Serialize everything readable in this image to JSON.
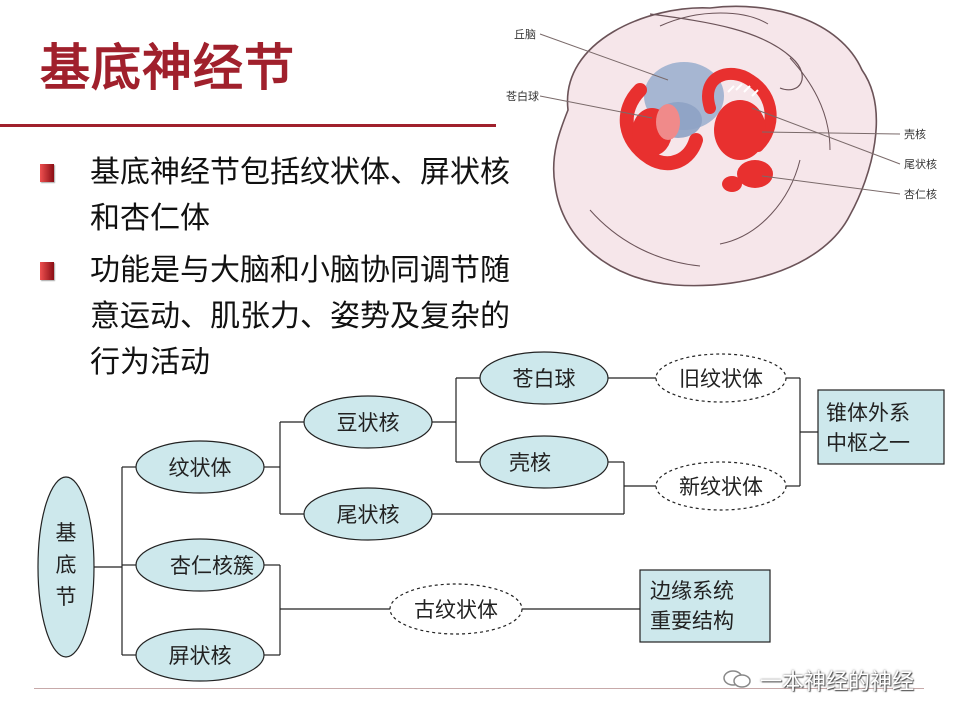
{
  "title": "基底神经节",
  "bullets": [
    {
      "line1": "基底神经节包括纹状体、屏状核",
      "line2": "和杏仁体"
    },
    {
      "line1": "功能是与大脑和小脑协同调节随",
      "line2": "意运动、肌张力、姿势及复杂的",
      "line3": "行为活动"
    }
  ],
  "brain_labels": {
    "qiunao": "丘脑",
    "cangbaiqiu": "苍白球",
    "kehe": "壳核",
    "weizhuanghe": "尾状核",
    "xingrenhe": "杏仁核"
  },
  "diagram": {
    "root": [
      "基",
      "底",
      "节"
    ],
    "wenzhuangti": "纹状体",
    "xingrenhecu": "杏仁核簇",
    "pingzhuanghe": "屏状核",
    "douzhuanghe": "豆状核",
    "weizhuanghe": "尾状核",
    "cangbaiqiu": "苍白球",
    "kehe": "壳核",
    "jiuwenzhuangti": "旧纹状体",
    "xinwenzhuangti": "新纹状体",
    "guwenzhuangti": "古纹状体",
    "box_zhuiti": [
      "锥体外系",
      "中枢之一"
    ],
    "box_bianyuan": [
      "边缘系统",
      "重要结构"
    ]
  },
  "watermark": "一本神经的神经",
  "colors": {
    "title": "#a0202c",
    "ellipse_fill": "#cde8ec",
    "box_fill": "#cde8ec",
    "brain_red": "#e8302f",
    "thalamus_blue": "#9db0cf"
  }
}
